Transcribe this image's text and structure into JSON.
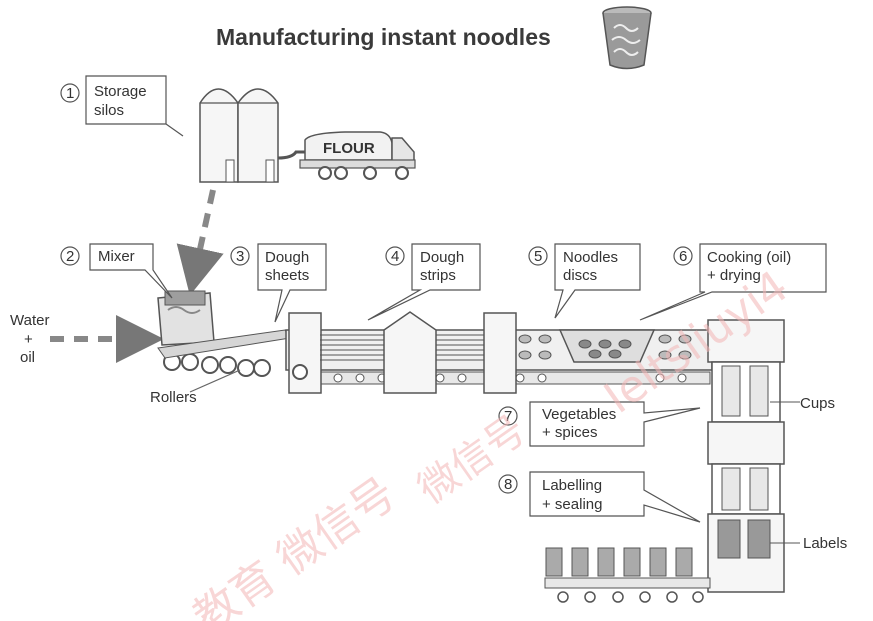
{
  "title": "Manufacturing instant noodles",
  "steps": [
    {
      "num": "1",
      "line1": "Storage",
      "line2": "silos"
    },
    {
      "num": "2",
      "line1": "Mixer",
      "line2": ""
    },
    {
      "num": "3",
      "line1": "Dough",
      "line2": "sheets"
    },
    {
      "num": "4",
      "line1": "Dough",
      "line2": "strips"
    },
    {
      "num": "5",
      "line1": "Noodles",
      "line2": "discs"
    },
    {
      "num": "6",
      "line1": "Cooking (oil)",
      "line2": "+ drying"
    },
    {
      "num": "7",
      "line1": "Vegetables",
      "line2": "+ spices"
    },
    {
      "num": "8",
      "line1": "Labelling",
      "line2": "+ sealing"
    }
  ],
  "labels": {
    "truck": "FLOUR",
    "water": "Water",
    "plus": "+",
    "oil": "oil",
    "rollers": "Rollers",
    "cups": "Cups",
    "labels": "Labels"
  },
  "watermark": {
    "text1": "Ieltsliuyi4",
    "text2": "微信号",
    "text3": "教育 微信号"
  },
  "colors": {
    "line": "#4a4a4a",
    "fill_light": "#f4f4f4",
    "fill_mid": "#d9d9d9",
    "fill_dark": "#8c8c8c",
    "watermark": "#f3b6b6"
  }
}
